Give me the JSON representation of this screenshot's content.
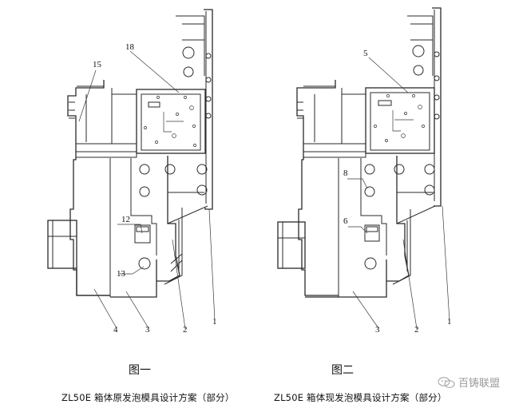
{
  "figure1": {
    "label": "图一",
    "title": "ZL50E 箱体原发泡模具设计方案（部分）",
    "callouts": [
      "15",
      "18",
      "12",
      "13",
      "4",
      "3",
      "2",
      "1"
    ]
  },
  "figure2": {
    "label": "图二",
    "title": "ZL50E 箱体现发泡模具设计方案（部分）",
    "callouts": [
      "5",
      "8",
      "6",
      "3",
      "2",
      "1"
    ]
  },
  "watermark": {
    "text": "百铸联盟",
    "icon": "wechat-logo-icon"
  }
}
